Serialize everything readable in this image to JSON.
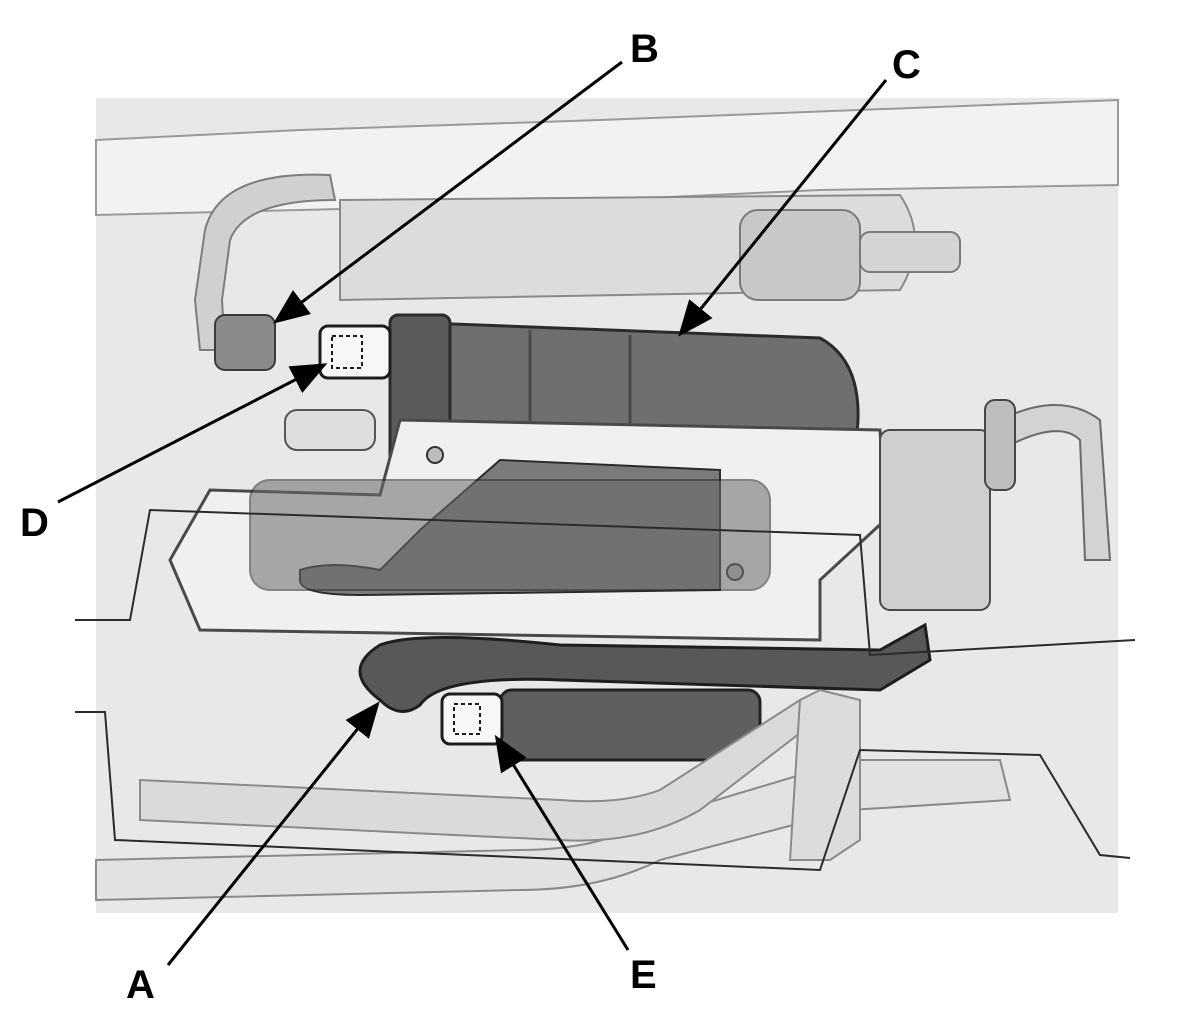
{
  "diagram": {
    "callouts": [
      {
        "id": "A",
        "label": "A"
      },
      {
        "id": "B",
        "label": "B"
      },
      {
        "id": "C",
        "label": "C"
      },
      {
        "id": "D",
        "label": "D"
      },
      {
        "id": "E",
        "label": "E"
      }
    ]
  },
  "colors": {
    "background": "#ffffff",
    "panel": "#e6e6e6",
    "part_light": "#d9d9d9",
    "part_mid": "#b5b5b5",
    "part_dark": "#6f6f6f",
    "hose": "#5c5c5c",
    "outline": "#2b2b2b",
    "leader": "#000000"
  }
}
